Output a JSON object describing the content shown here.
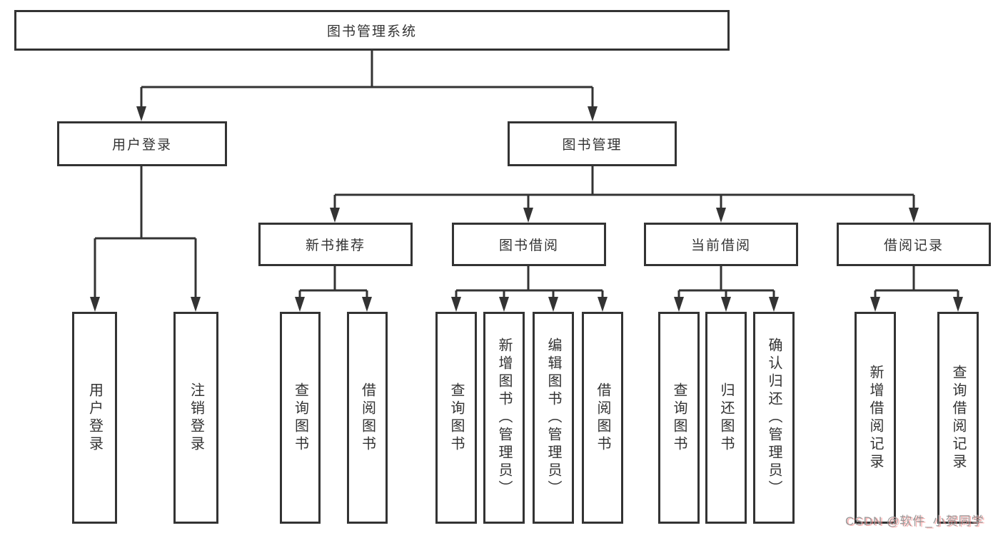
{
  "root": {
    "label": "图书管理系统"
  },
  "level2": {
    "user_login": {
      "label": "用户登录"
    },
    "book_mgmt": {
      "label": "图书管理"
    }
  },
  "level3": {
    "new_book": {
      "label": "新书推荐"
    },
    "book_borrow": {
      "label": "图书借阅"
    },
    "current_borrow": {
      "label": "当前借阅"
    },
    "borrow_record": {
      "label": "借阅记录"
    }
  },
  "leaves": {
    "user_login": [
      "用户登录",
      "注销登录"
    ],
    "new_book": [
      "查询图书",
      "借阅图书"
    ],
    "book_borrow": [
      "查询图书",
      "新增图书（管理员）",
      "编辑图书（管理员）",
      "借阅图书"
    ],
    "current_borrow": [
      "查询图书",
      "归还图书",
      "确认归还（管理员）"
    ],
    "borrow_record": [
      "新增借阅记录",
      "查询借阅记录"
    ]
  },
  "watermark": "CSDN @软件_小贺同学",
  "colors": {
    "line": "#333333",
    "text": "#333333",
    "background": "#ffffff",
    "watermark_text": "#999999",
    "watermark_shadow": "#ff8c8c"
  }
}
